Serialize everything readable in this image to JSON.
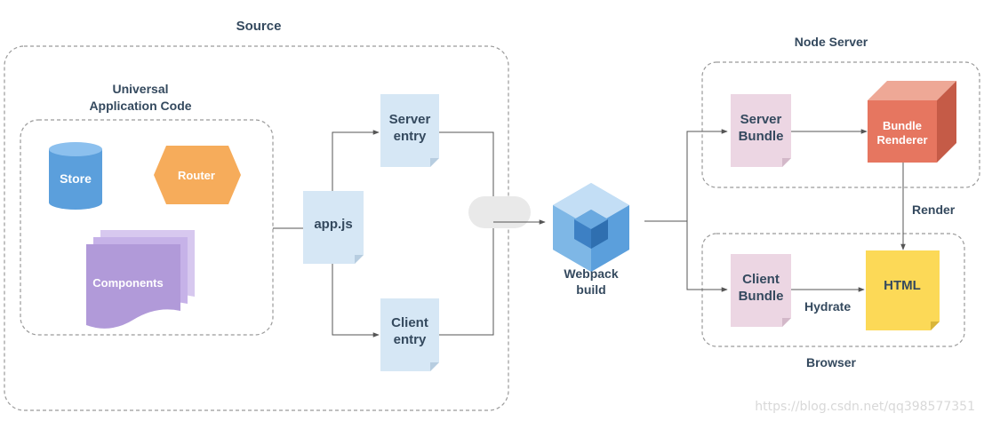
{
  "groups": {
    "source": "Source",
    "universal_code_line1": "Universal",
    "universal_code_line2": "Application Code",
    "node_server": "Node Server",
    "browser": "Browser"
  },
  "nodes": {
    "store": "Store",
    "router": "Router",
    "components": "Components",
    "app_js": "app.js",
    "server_entry_line1": "Server",
    "server_entry_line2": "entry",
    "client_entry_line1": "Client",
    "client_entry_line2": "entry",
    "webpack_line1": "Webpack",
    "webpack_line2": "build",
    "server_bundle_line1": "Server",
    "server_bundle_line2": "Bundle",
    "bundle_renderer_line1": "Bundle",
    "bundle_renderer_line2": "Renderer",
    "client_bundle_line1": "Client",
    "client_bundle_line2": "Bundle",
    "html": "HTML"
  },
  "edges": {
    "render": "Render",
    "hydrate": "Hydrate"
  },
  "watermark": "https://blog.csdn.net/qq398577351",
  "colors": {
    "text": "#34495e",
    "doc_blue": "#d6e7f5",
    "doc_pink": "#ecd6e3",
    "store": "#5b9fdc",
    "router": "#f6ac5b",
    "components": "#b19ad9",
    "renderer": "#e67660",
    "html": "#fcd957",
    "webpack": "#7eb7e6"
  }
}
